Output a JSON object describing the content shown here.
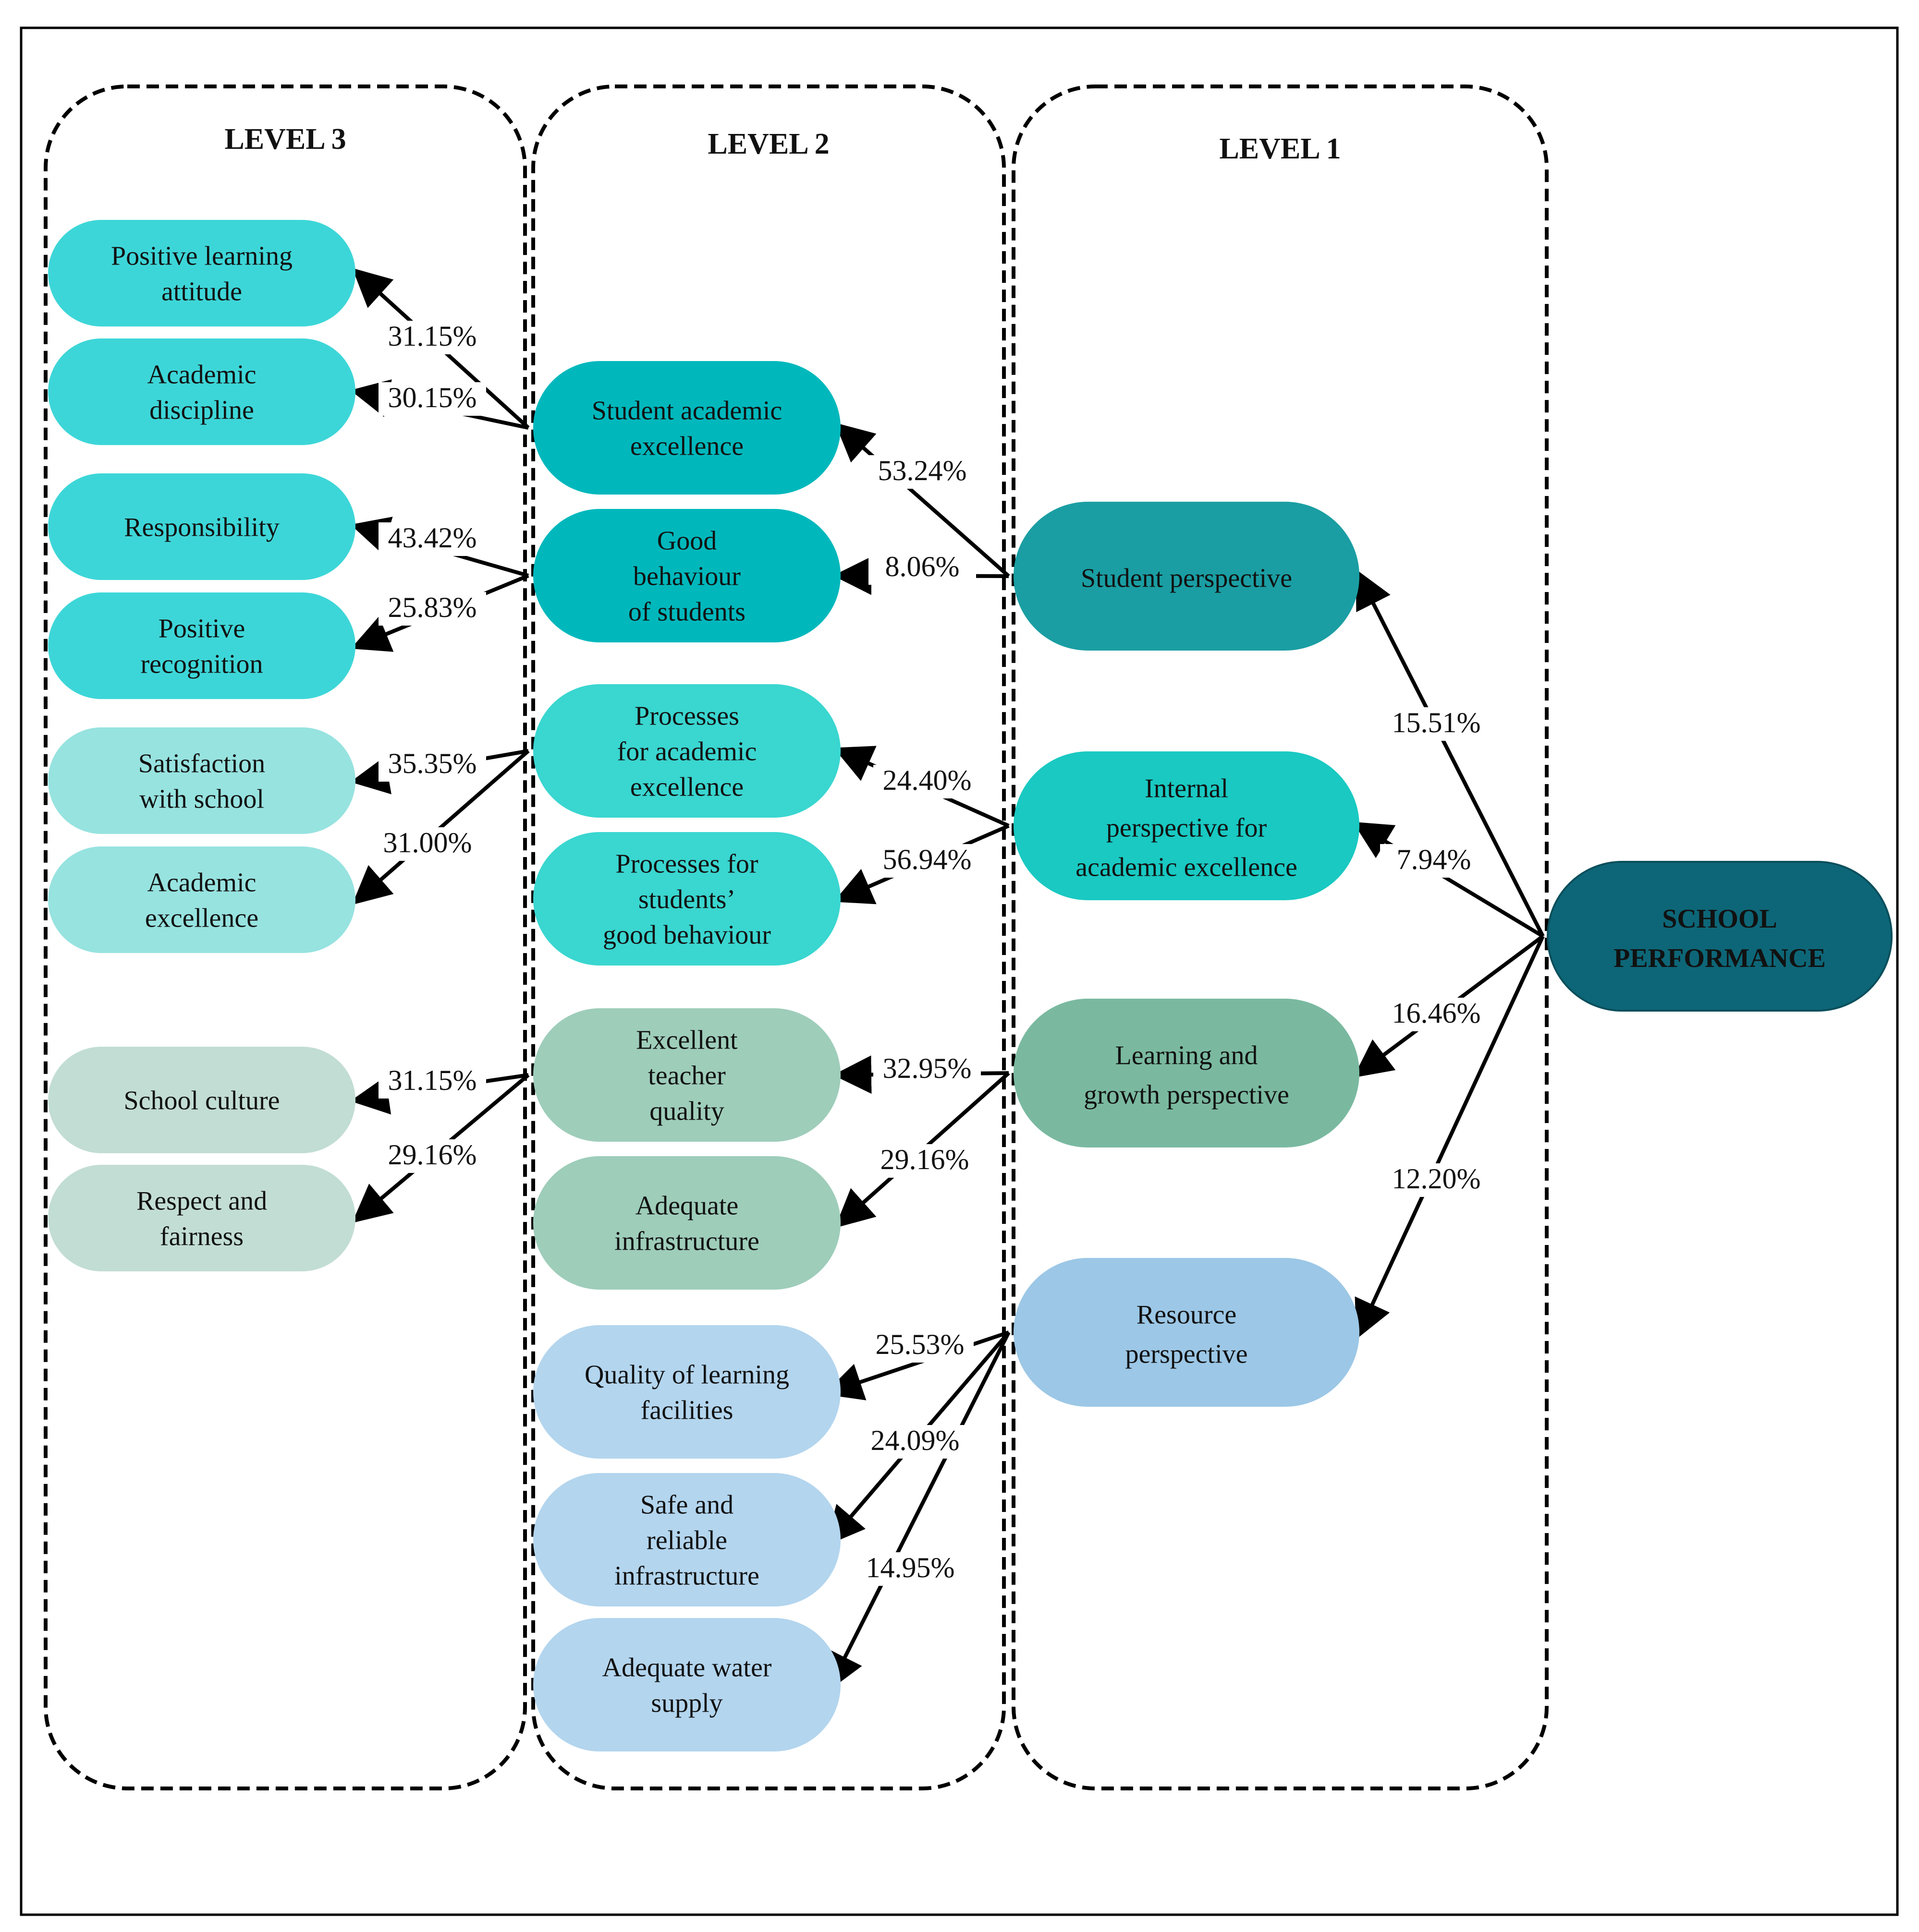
{
  "levels": [
    {
      "id": "level3",
      "title": "LEVEL 3"
    },
    {
      "id": "level2",
      "title": "LEVEL 2"
    },
    {
      "id": "level1",
      "title": "LEVEL 1"
    }
  ],
  "colors": {
    "level3_group1": "#3dd6d8",
    "level3_group2": "#97e3e0",
    "level3_group3": "#c2ddd4",
    "level2_group1": "#00b8bc",
    "level2_group2": "#3ad6d0",
    "level2_group3": "#9ecdba",
    "level2_group4": "#b3d5ee",
    "level1_student": "#1a9ea3",
    "level1_internal": "#19c9c2",
    "level1_learning": "#7ab9a0",
    "level1_resource": "#9cc7e6",
    "root": "#0d6677",
    "root_text": "#111111",
    "arrow": "#000000"
  },
  "nodes": [
    {
      "id": "positive-learning-attitude",
      "level": "level3",
      "lines": [
        "Positive learning",
        "attitude"
      ],
      "color": "level3_group1"
    },
    {
      "id": "academic-discipline",
      "level": "level3",
      "lines": [
        "Academic",
        "discipline"
      ],
      "color": "level3_group1"
    },
    {
      "id": "responsibility",
      "level": "level3",
      "lines": [
        "Responsibility"
      ],
      "color": "level3_group1"
    },
    {
      "id": "positive-recognition",
      "level": "level3",
      "lines": [
        "Positive",
        "recognition"
      ],
      "color": "level3_group1"
    },
    {
      "id": "satisfaction-with-school",
      "level": "level3",
      "lines": [
        "Satisfaction",
        "with school"
      ],
      "color": "level3_group2"
    },
    {
      "id": "academic-excellence",
      "level": "level3",
      "lines": [
        "Academic",
        "excellence"
      ],
      "color": "level3_group2"
    },
    {
      "id": "school-culture",
      "level": "level3",
      "lines": [
        "School culture"
      ],
      "color": "level3_group3"
    },
    {
      "id": "respect-and-fairness",
      "level": "level3",
      "lines": [
        "Respect and",
        "fairness"
      ],
      "color": "level3_group3"
    },
    {
      "id": "student-academic-excellence",
      "level": "level2",
      "lines": [
        "Student academic",
        "excellence"
      ],
      "color": "level2_group1"
    },
    {
      "id": "good-behaviour-of-students",
      "level": "level2",
      "lines": [
        "Good",
        "behaviour",
        "of students"
      ],
      "color": "level2_group1"
    },
    {
      "id": "processes-for-academic-excellence",
      "level": "level2",
      "lines": [
        "Processes",
        "for academic",
        "excellence"
      ],
      "color": "level2_group2"
    },
    {
      "id": "processes-for-students-good-behaviour",
      "level": "level2",
      "lines": [
        "Processes for",
        "students’",
        "good behaviour"
      ],
      "color": "level2_group2"
    },
    {
      "id": "excellent-teacher-quality",
      "level": "level2",
      "lines": [
        "Excellent",
        "teacher",
        "quality"
      ],
      "color": "level2_group3"
    },
    {
      "id": "adequate-infrastructure",
      "level": "level2",
      "lines": [
        "Adequate",
        "infrastructure"
      ],
      "color": "level2_group3"
    },
    {
      "id": "quality-of-learning-facilities",
      "level": "level2",
      "lines": [
        "Quality of learning",
        "facilities"
      ],
      "color": "level2_group4"
    },
    {
      "id": "safe-and-reliable-infrastructure",
      "level": "level2",
      "lines": [
        "Safe and",
        "reliable",
        "infrastructure"
      ],
      "color": "level2_group4"
    },
    {
      "id": "adequate-water-supply",
      "level": "level2",
      "lines": [
        "Adequate water",
        "supply"
      ],
      "color": "level2_group4"
    },
    {
      "id": "student-perspective",
      "level": "level1",
      "lines": [
        "Student perspective"
      ],
      "color": "level1_student"
    },
    {
      "id": "internal-perspective",
      "level": "level1",
      "lines": [
        "Internal",
        "perspective for",
        "academic excellence"
      ],
      "color": "level1_internal"
    },
    {
      "id": "learning-and-growth-perspective",
      "level": "level1",
      "lines": [
        "Learning and",
        "growth perspective"
      ],
      "color": "level1_learning"
    },
    {
      "id": "resource-perspective",
      "level": "level1",
      "lines": [
        "Resource",
        "perspective"
      ],
      "color": "level1_resource"
    },
    {
      "id": "school-performance",
      "level": "root",
      "lines": [
        "SCHOOL",
        "PERFORMANCE"
      ],
      "color": "root",
      "bold": true
    }
  ],
  "edges": [
    {
      "from": "school-performance",
      "to": "student-perspective",
      "label": "15.51%"
    },
    {
      "from": "school-performance",
      "to": "internal-perspective",
      "label": "7.94%"
    },
    {
      "from": "school-performance",
      "to": "learning-and-growth-perspective",
      "label": "16.46%"
    },
    {
      "from": "school-performance",
      "to": "resource-perspective",
      "label": "12.20%"
    },
    {
      "from": "student-perspective",
      "to": "student-academic-excellence",
      "label": "53.24%"
    },
    {
      "from": "student-perspective",
      "to": "good-behaviour-of-students",
      "label": "8.06%"
    },
    {
      "from": "internal-perspective",
      "to": "processes-for-academic-excellence",
      "label": "24.40%"
    },
    {
      "from": "internal-perspective",
      "to": "processes-for-students-good-behaviour",
      "label": "56.94%"
    },
    {
      "from": "learning-and-growth-perspective",
      "to": "excellent-teacher-quality",
      "label": "32.95%"
    },
    {
      "from": "learning-and-growth-perspective",
      "to": "adequate-infrastructure",
      "label": "29.16%"
    },
    {
      "from": "resource-perspective",
      "to": "quality-of-learning-facilities",
      "label": "25.53%"
    },
    {
      "from": "resource-perspective",
      "to": "safe-and-reliable-infrastructure",
      "label": "24.09%"
    },
    {
      "from": "resource-perspective",
      "to": "adequate-water-supply",
      "label": "14.95%"
    },
    {
      "from": "student-academic-excellence",
      "to": "positive-learning-attitude",
      "label": "31.15%"
    },
    {
      "from": "student-academic-excellence",
      "to": "academic-discipline",
      "label": "30.15%"
    },
    {
      "from": "good-behaviour-of-students",
      "to": "responsibility",
      "label": "43.42%"
    },
    {
      "from": "good-behaviour-of-students",
      "to": "positive-recognition",
      "label": "25.83%"
    },
    {
      "from": "processes-for-academic-excellence",
      "to": "satisfaction-with-school",
      "label": "35.35%"
    },
    {
      "from": "processes-for-academic-excellence",
      "to": "academic-excellence",
      "label": "31.00%"
    },
    {
      "from": "excellent-teacher-quality",
      "to": "school-culture",
      "label": "31.15%"
    },
    {
      "from": "excellent-teacher-quality",
      "to": "respect-and-fairness",
      "label": "29.16%"
    }
  ]
}
